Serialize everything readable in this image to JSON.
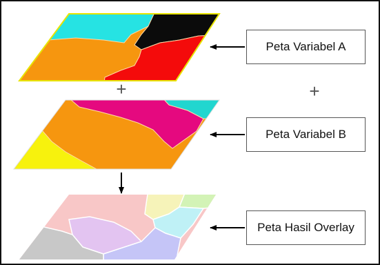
{
  "labels": {
    "map_a": "Peta Variabel A",
    "map_b": "Peta Variabel B",
    "map_overlay": "Peta Hasil Overlay"
  },
  "symbols": {
    "plus": "+"
  },
  "colors": {
    "map_a": [
      "#26e3e3",
      "#0b0b0b",
      "#f6960f",
      "#f40b0b"
    ],
    "map_b": [
      "#e5097f",
      "#21d6cf",
      "#f6960f",
      "#f7f20d"
    ],
    "overlay": [
      "#f8c7c7",
      "#f6f3b9",
      "#d3f3b6",
      "#e3c4f1",
      "#bff1f6",
      "#c5c5f7",
      "#c8c8c8"
    ]
  }
}
